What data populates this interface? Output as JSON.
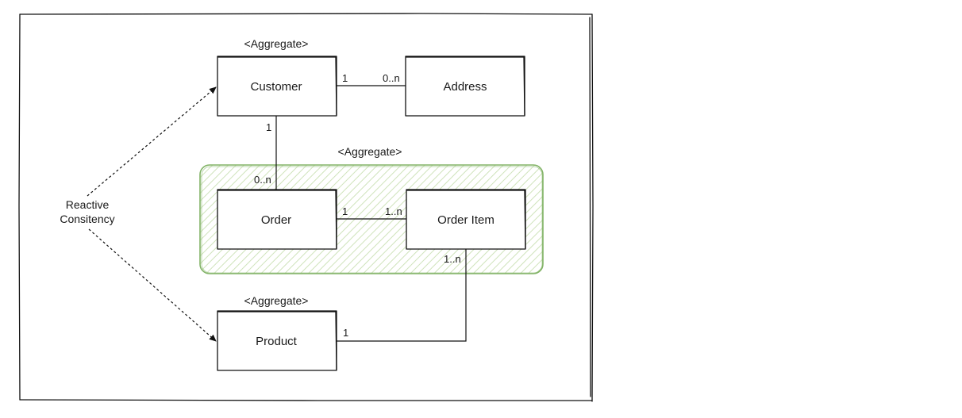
{
  "diagram": {
    "entities": {
      "customer": "Customer",
      "address": "Address",
      "order": "Order",
      "order_item": "Order Item",
      "product": "Product"
    },
    "stereotypes": {
      "customer": "<Aggregate>",
      "order_group": "<Aggregate>",
      "product": "<Aggregate>"
    },
    "multiplicities": {
      "customer_address_source": "1",
      "customer_address_target": "0..n",
      "customer_order_source": "1",
      "customer_order_target": "0..n",
      "order_orderitem_source": "1",
      "order_orderitem_target": "1..n",
      "orderitem_product_source": "1..n",
      "orderitem_product_target": "1"
    },
    "note": {
      "line1": "Reactive",
      "line2": "Consitency"
    },
    "colors": {
      "aggregate_fill": "#e9f3dc",
      "aggregate_stroke": "#82b366",
      "line": "#111111",
      "box_fill": "#ffffff"
    }
  }
}
